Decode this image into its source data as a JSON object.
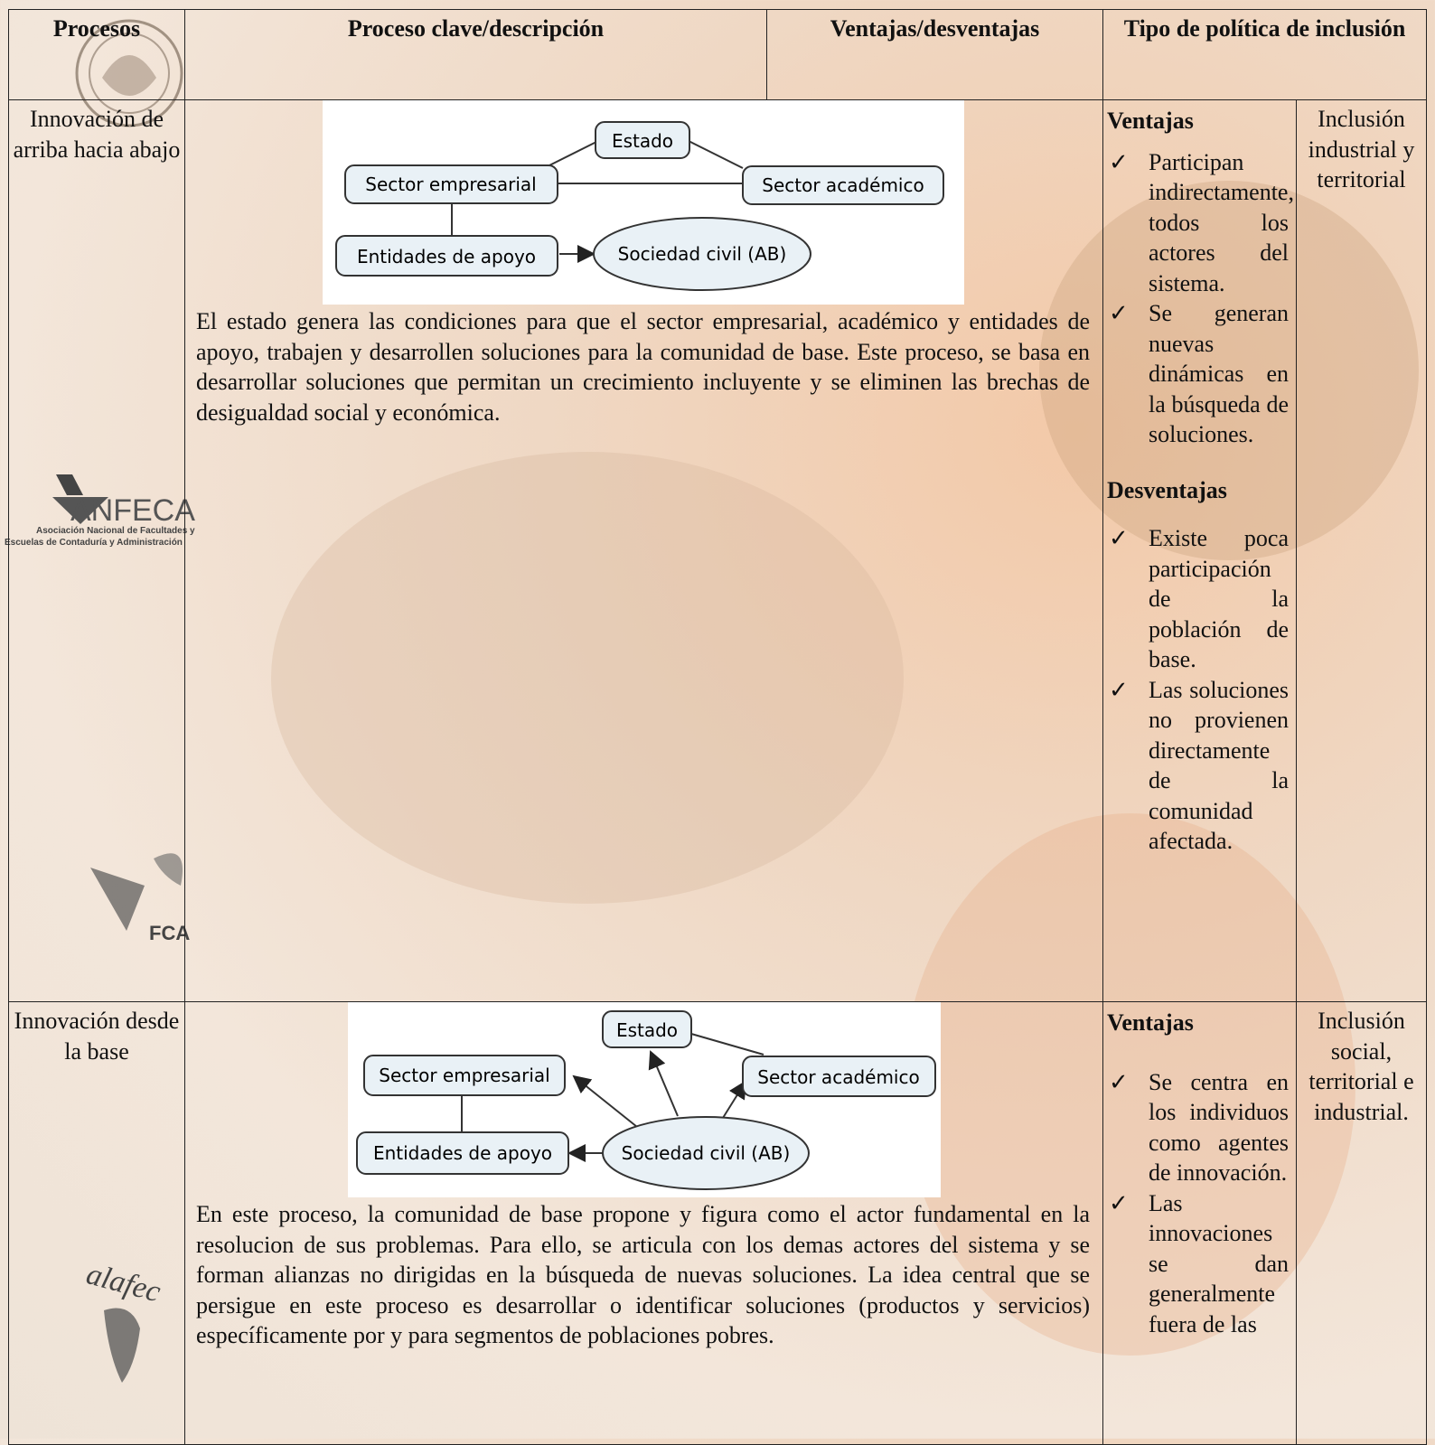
{
  "headers": {
    "procesos": "Procesos",
    "proceso_clave": "Proceso clave/descripción",
    "ventajas_desventajas": "Ventajas/desventajas",
    "tipo_politica": "Tipo de política de inclusión"
  },
  "rows": [
    {
      "proceso": "Innovación de arriba hacia abajo",
      "diagram": {
        "estado": "Estado",
        "empresarial": "Sector empresarial",
        "academico": "Sector académico",
        "apoyo": "Entidades de apoyo",
        "sociedad": "Sociedad civil (AB)"
      },
      "descripcion": "El estado genera las condiciones para que el sector empresarial, académico y entidades de apoyo, trabajen y desarrollen soluciones para la comunidad de base. Este proceso, se basa en desarrollar soluciones que permitan un crecimiento incluyente y se eliminen las brechas de desigualdad social y económica.",
      "ventajas_label": "Ventajas",
      "ventajas": [
        "Participan indirectamente, todos los actores del sistema.",
        "Se generan nuevas dinámicas en la búsqueda de soluciones."
      ],
      "desventajas_label": "Desventajas",
      "desventajas": [
        "Existe poca participación de la población de base.",
        "Las soluciones no provienen directamente de la comunidad afectada."
      ],
      "tipo": "Inclusión industrial y territorial"
    },
    {
      "proceso": "Innovación desde la base",
      "diagram": {
        "estado": "Estado",
        "empresarial": "Sector empresarial",
        "academico": "Sector académico",
        "apoyo": "Entidades de apoyo",
        "sociedad": "Sociedad civil (AB)"
      },
      "descripcion": "En este proceso, la comunidad de base propone y figura como el actor fundamental en la resolucion de sus problemas. Para ello, se articula con los demas actores del sistema y se forman alianzas no dirigidas en la búsqueda de nuevas soluciones. La idea central que se persigue en este proceso es desarrollar o identificar soluciones (productos y servicios) específicamente por y para segmentos de poblaciones pobres.",
      "ventajas_label": "Ventajas",
      "ventajas": [
        "Se centra en los individuos como agentes de innovación.",
        "Las innovaciones se dan generalmente fuera de las"
      ],
      "tipo": "Inclusión social, territorial e industrial."
    }
  ],
  "check_glyph": "✓",
  "logos": {
    "anfeca_name": "ANFECA",
    "anfeca_sub1": "Asociación Nacional de Facultades y",
    "anfeca_sub2": "Escuelas de Contaduría y Administración",
    "fca": "FCA",
    "alafec": "alafec"
  }
}
